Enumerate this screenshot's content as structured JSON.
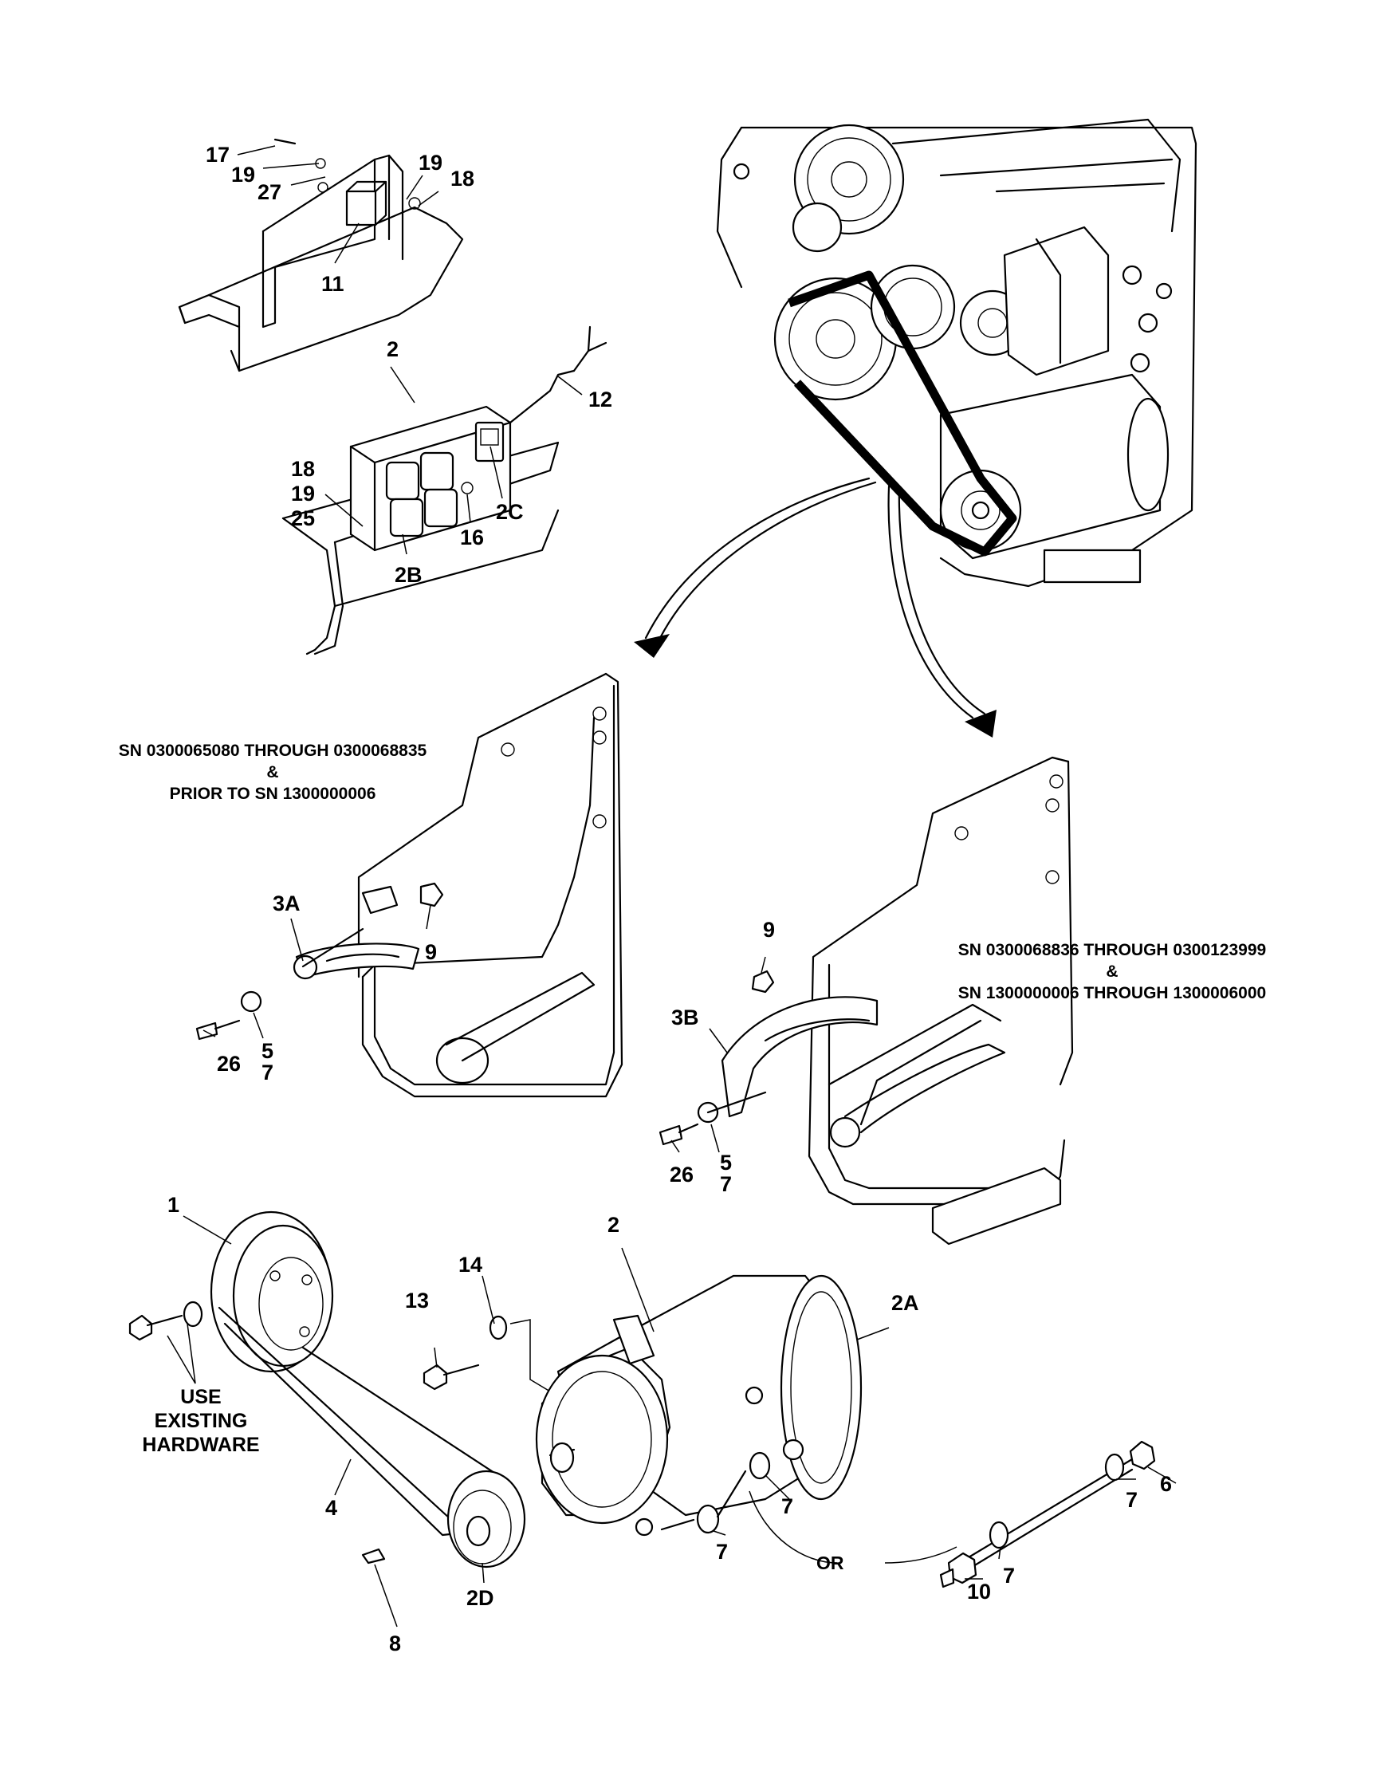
{
  "callouts": {
    "c17": "17",
    "c19a": "19",
    "c27": "27",
    "c19b": "19",
    "c18a": "18",
    "c11": "11",
    "c2top": "2",
    "c12": "12",
    "c18b": "18",
    "c19c": "19",
    "c25": "25",
    "c2c": "2C",
    "c16": "16",
    "c2b": "2B",
    "c3a": "3A",
    "c9a": "9",
    "c26a": "26",
    "c5a": "5",
    "c7a": "7",
    "c9b": "9",
    "c3b": "3B",
    "c26b": "26",
    "c5b": "5",
    "c7b": "7",
    "c1": "1",
    "c14": "14",
    "c13": "13",
    "c2mid": "2",
    "c2a": "2A",
    "c4": "4",
    "c2d": "2D",
    "c8": "8",
    "c7c": "7",
    "c7d": "7",
    "c7e": "7",
    "c6": "6",
    "c7f": "7",
    "c10": "10",
    "cor": "OR"
  },
  "notes": {
    "left_sn": [
      "SN 0300065080 THROUGH 0300068835",
      "&",
      "PRIOR TO SN 1300000006"
    ],
    "right_sn": [
      "SN 0300068836 THROUGH 0300123999",
      "&",
      "SN 1300000006 THROUGH 1300006000"
    ],
    "hardware": [
      "USE",
      "EXISTING",
      "HARDWARE"
    ]
  }
}
